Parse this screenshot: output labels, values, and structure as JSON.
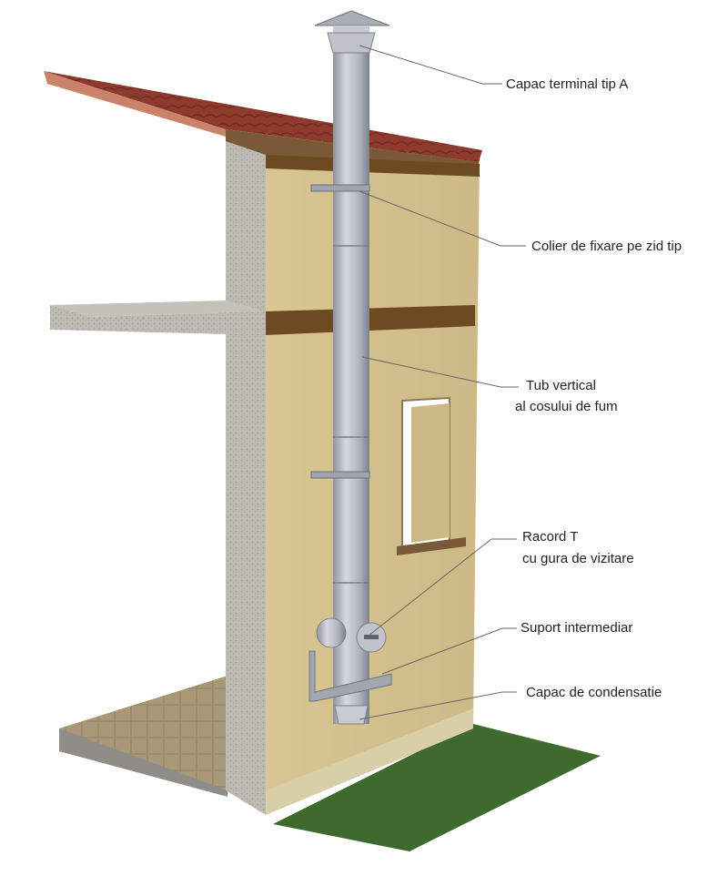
{
  "labels": {
    "terminal_cap": "Capac terminal tip A",
    "wall_collar": "Colier de fixare pe zid tip",
    "vertical_pipe_line1": "Tub vertical",
    "vertical_pipe_line2": "al cosului de fum",
    "t_connector_line1": "Racord  T",
    "t_connector_line2": "cu gura de vizitare",
    "intermediate_support": "Suport intermediar",
    "condensate_cap": "Capac de condensatie"
  },
  "colors": {
    "roof_tiles": "#8e3a2c",
    "roof_edge": "#c9836a",
    "wall_plaster": "#d9c89a",
    "concrete": "#b9b6b0",
    "beam": "#6e4a22",
    "pipe": "#b8bcc4",
    "grass": "#3f6a2e",
    "floor": "#9a8a6a"
  }
}
